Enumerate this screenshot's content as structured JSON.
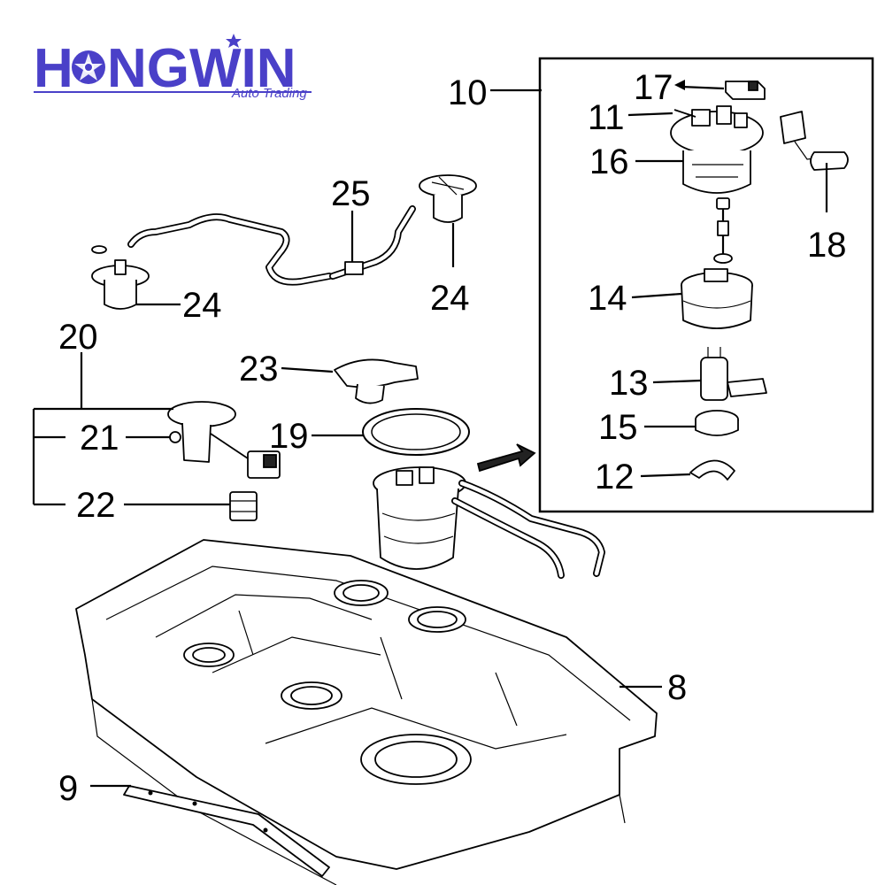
{
  "logo": {
    "brand_prefix": "H",
    "brand_suffix": "NGWIN",
    "tagline": "Auto Trading",
    "color": "#4a40c8"
  },
  "callouts": {
    "c8": "8",
    "c9": "9",
    "c10": "10",
    "c11": "11",
    "c12": "12",
    "c13": "13",
    "c14": "14",
    "c15": "15",
    "c16": "16",
    "c17": "17",
    "c18": "18",
    "c19": "19",
    "c20": "20",
    "c21": "21",
    "c22": "22",
    "c23": "23",
    "c24a": "24",
    "c24b": "24",
    "c25": "25"
  }
}
